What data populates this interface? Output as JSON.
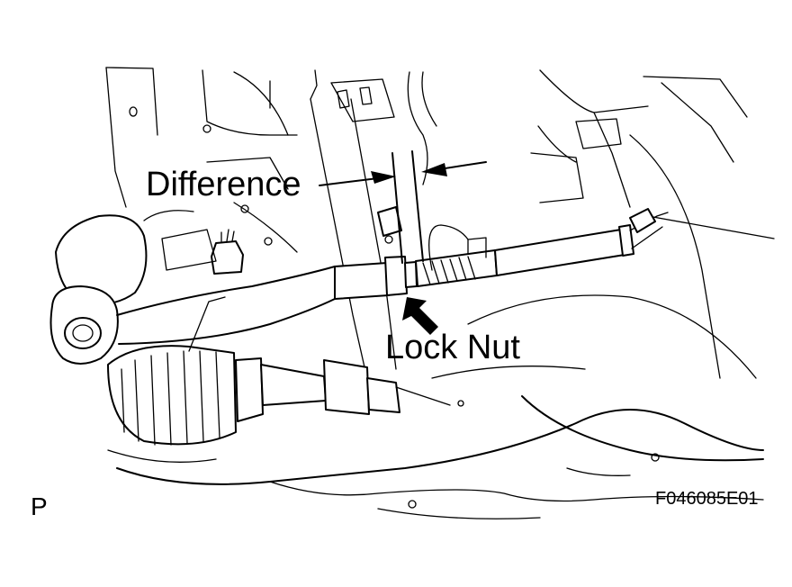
{
  "figure": {
    "labels": {
      "difference": "Difference",
      "lock_nut": "Lock Nut",
      "figure_code": "F046085E01",
      "view_marker": "P"
    },
    "colors": {
      "ink": "#000000",
      "background": "#ffffff"
    },
    "depicted": [
      "tie-rod",
      "tie-rod-end",
      "lock-nut",
      "steering-rack-boot",
      "suspension-arm",
      "brake-hose"
    ]
  }
}
